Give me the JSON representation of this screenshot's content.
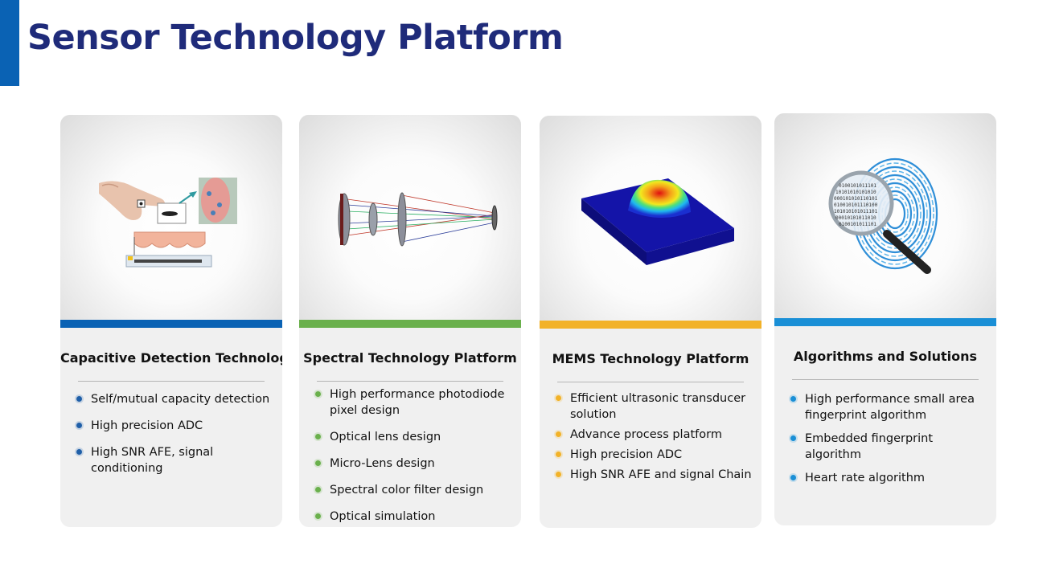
{
  "page": {
    "title": "Sensor Technology Platform"
  },
  "colors": {
    "title": "#1f2b7a",
    "accent_bar": "#0a62b4"
  },
  "cards": [
    {
      "heading": "Capacitive Detection Technology",
      "stripe_color": "#0a62b4",
      "bullet_color": "#1f5fa8",
      "image_icon": "finger-touch-sensor-icon",
      "bullets": [
        "Self/mutual capacity detection",
        "High precision ADC",
        "High SNR AFE, signal conditioning"
      ]
    },
    {
      "heading": "Spectral Technology Platform",
      "stripe_color": "#6ab04c",
      "bullet_color": "#6ab04c",
      "image_icon": "optical-lens-system-icon",
      "bullets": [
        "High performance photodiode pixel design",
        "Optical lens design",
        "Micro-Lens design",
        "Spectral color filter design",
        "Optical simulation"
      ]
    },
    {
      "heading": "MEMS Technology Platform",
      "stripe_color": "#f2b229",
      "bullet_color": "#f2b229",
      "image_icon": "mems-membrane-simulation-icon",
      "bullets": [
        "Efficient ultrasonic transducer solution",
        "Advance process platform",
        "High precision ADC",
        "High SNR AFE and signal Chain"
      ]
    },
    {
      "heading": "Algorithms and Solutions",
      "stripe_color": "#1a8fd6",
      "bullet_color": "#1a8fd6",
      "image_icon": "fingerprint-magnifier-icon",
      "bullets": [
        "High performance small area fingerprint algorithm",
        "Embedded fingerprint algorithm",
        "Heart rate algorithm"
      ]
    }
  ]
}
